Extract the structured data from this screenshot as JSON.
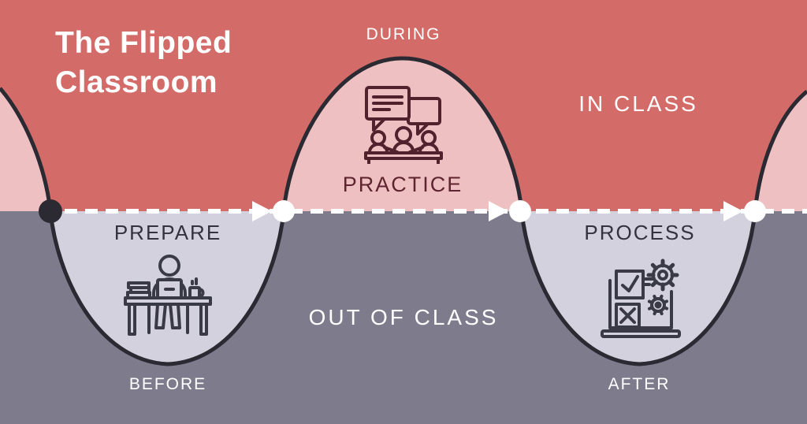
{
  "title": {
    "line1": "The Flipped",
    "line2": "Classroom"
  },
  "zones": {
    "in_class_label": "IN CLASS",
    "out_of_class_label": "OUT OF CLASS"
  },
  "phases": [
    {
      "time_label": "BEFORE",
      "action_label": "PREPARE",
      "icon": "student-studying-at-desk-icon",
      "zone": "out-of-class"
    },
    {
      "time_label": "DURING",
      "action_label": "PRACTICE",
      "icon": "group-discussion-icon",
      "zone": "in-class"
    },
    {
      "time_label": "AFTER",
      "action_label": "PROCESS",
      "icon": "checklist-and-gears-icon",
      "zone": "out-of-class"
    }
  ],
  "timeline": {
    "direction": "left-to-right",
    "node_count": 4,
    "arrow_count": 3
  },
  "colors": {
    "in_class_bg": "#d36c68",
    "out_of_class_bg": "#7e7b8d",
    "bump_pink": "#eec0c1",
    "bump_lavender": "#d3d1dd",
    "outline": "#2b2a33",
    "arrow_white": "#ffffff",
    "text_white": "#ffffff",
    "text_maroon": "#5e2530",
    "text_navy": "#33323e",
    "icon_maroon": "#50222e",
    "icon_navy": "#3a3946"
  }
}
